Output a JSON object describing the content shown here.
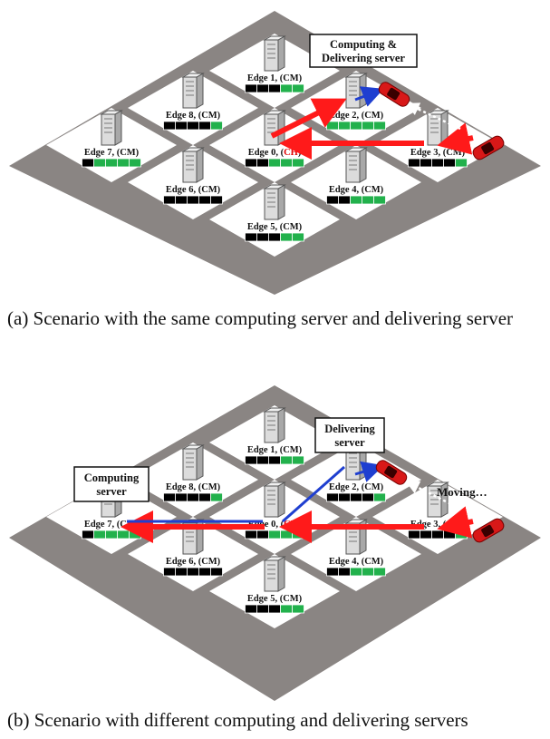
{
  "panel_a": {
    "caption": "(a) Scenario with the same computing server and delivering server",
    "callout_line1": "Computing &",
    "callout_line2": "Delivering server",
    "edges": [
      {
        "id": "edge-0",
        "label_pre": "Edge 0, (",
        "label_role": "CH",
        "label_post": ")",
        "slots": [
          0,
          0,
          1,
          1,
          1
        ]
      },
      {
        "id": "edge-1",
        "label_pre": "Edge 1, (CM)",
        "label_role": "",
        "label_post": "",
        "slots": [
          0,
          0,
          0,
          1,
          1
        ]
      },
      {
        "id": "edge-2",
        "label_pre": "Edge 2, (CM)",
        "label_role": "",
        "label_post": "",
        "slots": [
          1,
          1,
          1,
          1,
          1
        ]
      },
      {
        "id": "edge-3",
        "label_pre": "Edge 3, (CM)",
        "label_role": "",
        "label_post": "",
        "slots": [
          0,
          0,
          0,
          0,
          1
        ]
      },
      {
        "id": "edge-4",
        "label_pre": "Edge 4, (CM)",
        "label_role": "",
        "label_post": "",
        "slots": [
          0,
          0,
          1,
          1,
          1
        ]
      },
      {
        "id": "edge-5",
        "label_pre": "Edge 5, (CM)",
        "label_role": "",
        "label_post": "",
        "slots": [
          0,
          0,
          0,
          1,
          1
        ]
      },
      {
        "id": "edge-6",
        "label_pre": "Edge 6, (CM)",
        "label_role": "",
        "label_post": "",
        "slots": [
          0,
          0,
          0,
          0,
          0
        ]
      },
      {
        "id": "edge-7",
        "label_pre": "Edge 7, (CM)",
        "label_role": "",
        "label_post": "",
        "slots": [
          0,
          1,
          1,
          1,
          1
        ]
      },
      {
        "id": "edge-8",
        "label_pre": "Edge 8, (CM)",
        "label_role": "",
        "label_post": "",
        "slots": [
          0,
          0,
          0,
          0,
          1
        ]
      }
    ]
  },
  "panel_b": {
    "caption": "(b) Scenario with different computing and delivering servers",
    "computing_line1": "Computing",
    "computing_line2": "server",
    "delivering_line1": "Delivering",
    "delivering_line2": "server",
    "moving": "Moving…",
    "edges": [
      {
        "id": "edge-0",
        "label_pre": "Edge 0, (",
        "label_role": "CH",
        "label_post": ")",
        "slots": [
          0,
          0,
          1,
          1,
          1
        ]
      },
      {
        "id": "edge-1",
        "label_pre": "Edge 1, (CM)",
        "label_role": "",
        "label_post": "",
        "slots": [
          0,
          0,
          0,
          1,
          1
        ]
      },
      {
        "id": "edge-2",
        "label_pre": "Edge 2, (CM)",
        "label_role": "",
        "label_post": "",
        "slots": [
          0,
          0,
          0,
          0,
          1
        ]
      },
      {
        "id": "edge-3",
        "label_pre": "Edge 3, (CM)",
        "label_role": "",
        "label_post": "",
        "slots": [
          0,
          0,
          0,
          0,
          1
        ]
      },
      {
        "id": "edge-4",
        "label_pre": "Edge 4, (CM)",
        "label_role": "",
        "label_post": "",
        "slots": [
          0,
          0,
          1,
          1,
          1
        ]
      },
      {
        "id": "edge-5",
        "label_pre": "Edge 5, (CM)",
        "label_role": "",
        "label_post": "",
        "slots": [
          0,
          0,
          0,
          1,
          1
        ]
      },
      {
        "id": "edge-6",
        "label_pre": "Edge 6, (CM)",
        "label_role": "",
        "label_post": "",
        "slots": [
          0,
          0,
          0,
          0,
          0
        ]
      },
      {
        "id": "edge-7",
        "label_pre": "Edge 7, (CM)",
        "label_role": "",
        "label_post": "",
        "slots": [
          0,
          1,
          1,
          1,
          1
        ]
      },
      {
        "id": "edge-8",
        "label_pre": "Edge 8, (CM)",
        "label_role": "",
        "label_post": "",
        "slots": [
          0,
          0,
          0,
          0,
          1
        ]
      }
    ]
  },
  "colors": {
    "road": "#8a8583",
    "block": "#ffffff",
    "slot_busy": "#000000",
    "slot_free": "#22b14c",
    "offload_arrow": "#ff1a1a",
    "delivery_arrow": "#1f3fd0",
    "car": "#d81818"
  }
}
